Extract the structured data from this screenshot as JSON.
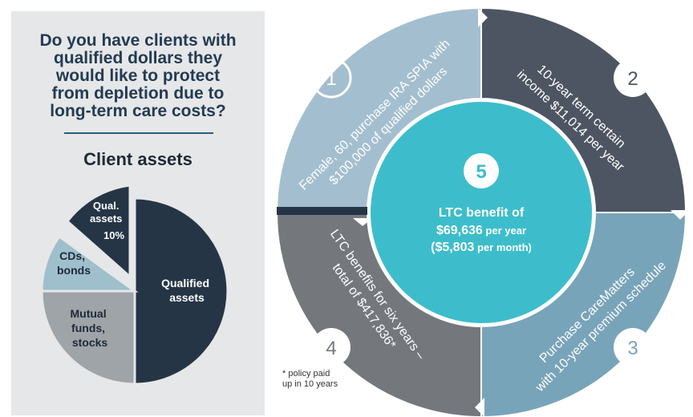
{
  "left_panel": {
    "question": "Do you have clients with qualified dollars they would like to protect from depletion due to long-term care costs?",
    "question_lines": [
      "Do you have clients with",
      "qualified dollars they",
      "would like to protect",
      "from depletion due to",
      "long-term care costs?"
    ],
    "pie_title": "Client assets",
    "pie": [
      {
        "label_lines": [
          "Qualified",
          "assets"
        ],
        "share": 0.5,
        "color": "#253546"
      },
      {
        "label_lines": [
          "Mutual",
          "funds,",
          "stocks"
        ],
        "share": 0.25,
        "color": "#9fa4a8"
      },
      {
        "label_lines": [
          "CDs,",
          "bonds"
        ],
        "share": 0.15,
        "color": "#9fbfcc"
      },
      {
        "label_lines": [
          "Qual.",
          "assets"
        ],
        "value_label": "10%",
        "share": 0.1,
        "color": "#253546"
      }
    ]
  },
  "cycle": {
    "steps": [
      {
        "number": "1",
        "lines": [
          "Female, 60, purchase IRA SPIA with",
          "$100,000 of qualified dollars"
        ],
        "color": "#a3bfcf"
      },
      {
        "number": "2",
        "lines": [
          "10-year term certain",
          "income $11,014 per year"
        ],
        "color": "#4d5562"
      },
      {
        "number": "3",
        "lines": [
          "Purchase CareMatters",
          "with 10-year premium schedule"
        ],
        "color": "#78a4b9"
      },
      {
        "number": "4",
        "lines": [
          "LTC benefits for six years –",
          "total of $417,836*"
        ],
        "color": "#74787d"
      }
    ],
    "center": {
      "number": "5",
      "line1": "LTC benefit of",
      "line2_amount": "$69,636",
      "line2_suffix": " per year",
      "line3_amount": "($5,803",
      "line3_suffix": " per month)",
      "color": "#3dbdcb"
    },
    "footnote_lines": [
      "* policy paid",
      "up in 10 years"
    ]
  }
}
